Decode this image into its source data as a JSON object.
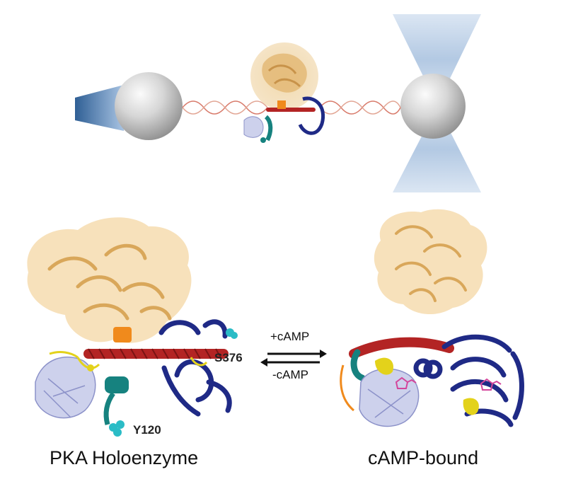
{
  "captions": {
    "left": "PKA Holoenzyme",
    "right": "cAMP-bound"
  },
  "residues": {
    "s376": "S376",
    "y120": "Y120"
  },
  "equilibrium": {
    "forward": "+cAMP",
    "reverse": "-cAMP"
  },
  "colors": {
    "catalytic_subunit": "#e9c48a",
    "regulatory_helix": "#b32424",
    "cnb_a_domain": "#1f2a86",
    "cnb_b_domain": "#b8bde3",
    "inhibitor_helix": "#16827f",
    "linker": "#e3d21b",
    "dna": "#d87a6a",
    "bead": "#c9c9c9",
    "trap_beam": "#5f86b8",
    "camp": "#d3459b"
  },
  "icons": [
    "optical-trap-bead",
    "dna-handle",
    "laser-beam",
    "protein-ribbon",
    "equilibrium-arrows"
  ]
}
